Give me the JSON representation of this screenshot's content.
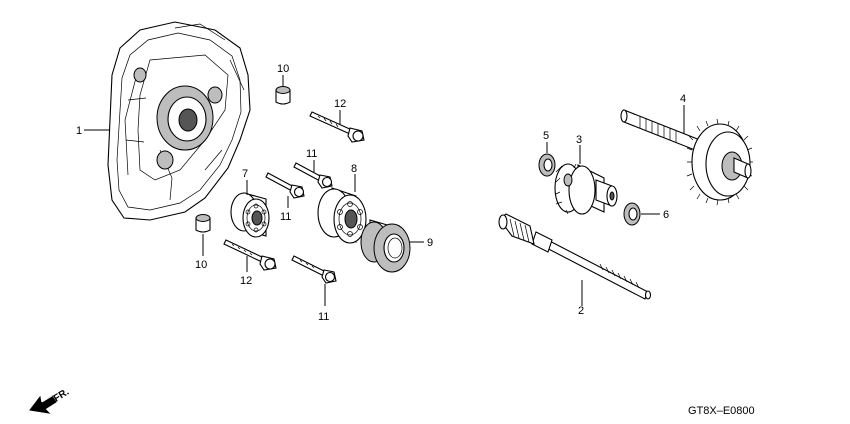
{
  "diagram": {
    "figure_code": "GT8X–E0800",
    "direction_label": "FR.",
    "callouts": {
      "c1": "1",
      "c2": "2",
      "c3": "3",
      "c4": "4",
      "c5": "5",
      "c6": "6",
      "c7": "7",
      "c8": "8",
      "c9": "9",
      "c10a": "10",
      "c10b": "10",
      "c11a": "11",
      "c11b": "11",
      "c11c": "11",
      "c12a": "12",
      "c12b": "12"
    }
  }
}
